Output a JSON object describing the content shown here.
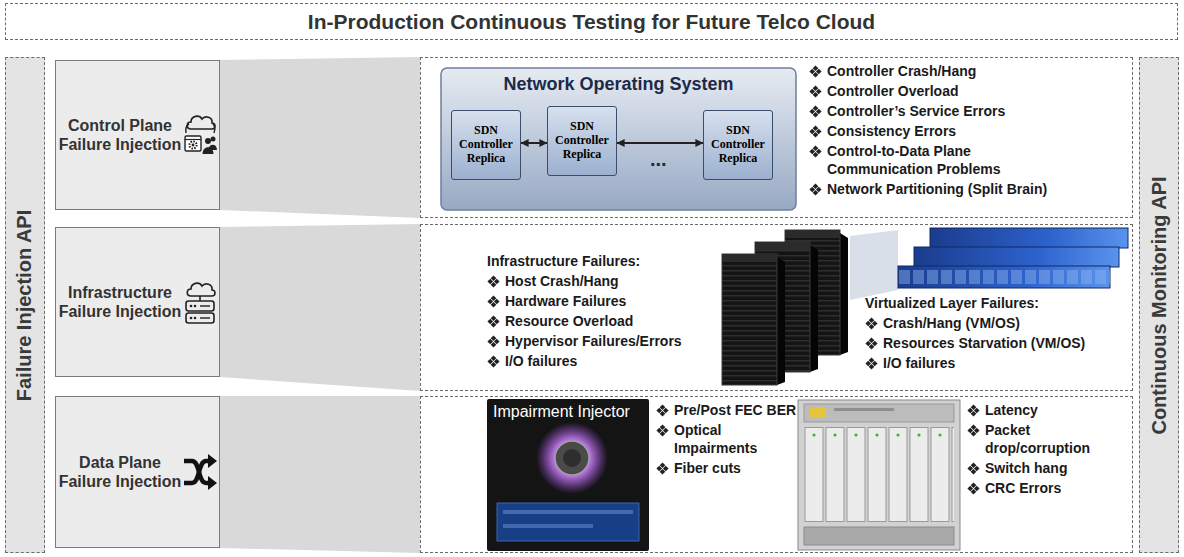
{
  "diagram": {
    "title": "In-Production Continuous Testing for Future Telco Cloud",
    "nodes": [
      {
        "text": [
          "Failure Injection API"
        ]
      },
      {
        "text": [
          "Control Plane Failure Injection"
        ]
      },
      {
        "text": [
          "Controller Crash/Hang",
          "Controller Overload",
          "Controller’s Service Errors",
          "Consistency Errors",
          "Control-to-Data Plane Communication Problems",
          "Network Partitioning (Split Brain)"
        ]
      },
      {
        "text": [
          "Network Operating System"
        ],
        "in": 2
      },
      {
        "text": [
          "SDN Controller Replica"
        ],
        "in": 3
      },
      {
        "text": [
          "SDN Controller Replica"
        ],
        "in": 3
      },
      {
        "text": [
          "SDN Controller Replica"
        ],
        "in": 3
      },
      {
        "text": [
          "Infrastructure Failure Injection"
        ]
      },
      {
        "text": [
          "Infrastructure Failures:",
          "Host Crash/Hang",
          "Hardware Failures",
          "Resource Overload",
          "Hypervisor Failures/Errors",
          "I/O failures",
          "Virtualized Layer Failures:",
          "Crash/Hang (VM/OS)",
          "Resources Starvation (VM/OS)",
          "I/O failures"
        ]
      },
      {
        "text": [
          "Data Plane Failure Injection"
        ]
      },
      {
        "text": [
          "Pre/Post FEC BER",
          "Optical Impairments",
          "Fiber cuts",
          "Latency",
          "Packet drop/corruption",
          "Switch hang",
          "CRC Errors"
        ]
      },
      {
        "text": [
          "Continuous Monitoring API"
        ]
      }
    ],
    "edges": [
      {
        "from": 1,
        "to": 2,
        "arrow": "none"
      },
      {
        "from": 4,
        "to": 5,
        "arrow": "both"
      },
      {
        "from": 5,
        "to": 6,
        "arrow": "both"
      },
      {
        "from": 7,
        "to": 8,
        "arrow": "none"
      },
      {
        "from": 9,
        "to": 10,
        "arrow": "none"
      }
    ],
    "labels": [
      "...",
      "Impairment Injector"
    ]
  }
}
